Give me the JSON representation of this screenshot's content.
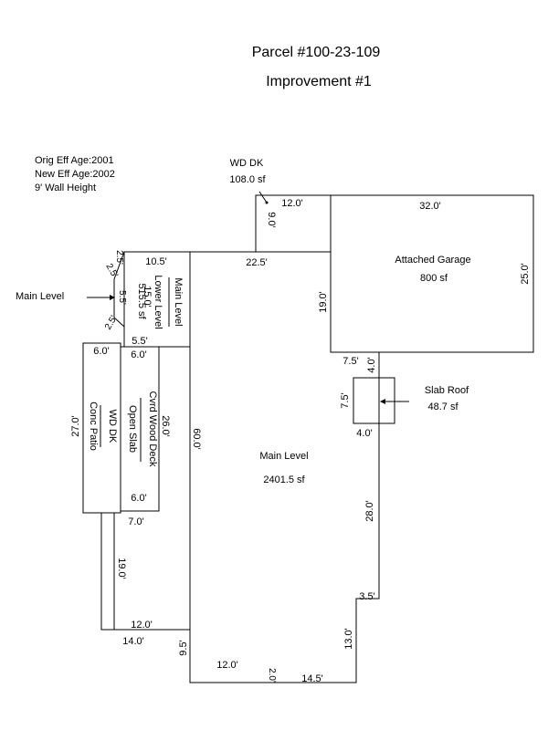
{
  "header": {
    "parcel": "Parcel #100-23-109",
    "improvement": "Improvement #1"
  },
  "notes": {
    "orig_eff_age": "Orig Eff Age:2001",
    "new_eff_age": "New Eff Age:2002",
    "wall_height": "9' Wall Height"
  },
  "areas": {
    "main_level": {
      "name": "Main Level",
      "area": "2401.5 sf"
    },
    "garage": {
      "name": "Attached Garage",
      "area": "800 sf"
    },
    "wd_dk_top": {
      "name": "WD DK",
      "area": "108.0 sf"
    },
    "slab_roof": {
      "name": "Slab Roof",
      "area": "48.7 sf"
    },
    "lower_level": {
      "name": "Main Level",
      "sub": "Lower Level",
      "area": "515.5 sf"
    },
    "covered_deck": {
      "name": "Cvrd Wood Deck",
      "sub": "Open Slab"
    },
    "wd_dk_left": {
      "name": "WD DK",
      "sub": "Conc Patio"
    },
    "main_level_pointer": "Main Level"
  },
  "dims": {
    "top_12": "12.0'",
    "top_32": "32.0'",
    "wd_9": "9.0'",
    "mid_22_5": "22.5'",
    "gar_19": "19.0'",
    "gar_25": "25.0'",
    "top_10_5": "10.5'",
    "ll_15": "15.0'",
    "ll_5_5a": "5.5'",
    "ll_2_5": "2.5'",
    "ll_2_5b": "2.5'",
    "ll_2_5c": "2.5'",
    "ll_5_5b": "5.5'",
    "gar_7_5": "7.5'",
    "gar_4": "4.0'",
    "slab_7_5": "7.5'",
    "slab_4": "4.0'",
    "deck_6a": "6.0'",
    "deck_6b": "6.0'",
    "deck_26": "26.0'",
    "deck_6c": "6.0'",
    "patio_27": "27.0'",
    "main_60": "60.0'",
    "right_28": "28.0'",
    "d_7": "7.0'",
    "d_19": "19.0'",
    "d_12": "12.0'",
    "d_14": "14.0'",
    "d_9_5": "9.5'",
    "bot_12": "12.0'",
    "bot_2": "2.0'",
    "bot_14_5": "14.5'",
    "right_3_5": "3.5'",
    "right_13": "13.0'"
  }
}
